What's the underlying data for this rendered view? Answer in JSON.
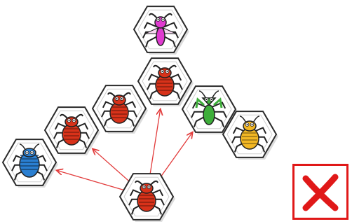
{
  "game": {
    "pieces": [
      {
        "id": "mosquito",
        "type": "mosquito",
        "icon": "mosquito-icon",
        "color": "#e03ad0"
      },
      {
        "id": "ant-top",
        "type": "soldier-ant",
        "icon": "soldier-ant-icon",
        "color": "#d8321a"
      },
      {
        "id": "ant-mid",
        "type": "soldier-ant",
        "icon": "soldier-ant-icon",
        "color": "#d8321a"
      },
      {
        "id": "ant-left",
        "type": "soldier-ant",
        "icon": "soldier-ant-icon",
        "color": "#d8321a"
      },
      {
        "id": "ant-bottom",
        "type": "soldier-ant",
        "icon": "soldier-ant-icon",
        "color": "#d8321a"
      },
      {
        "id": "pillbug",
        "type": "pillbug",
        "icon": "pillbug-icon",
        "color": "#2a7fd1"
      },
      {
        "id": "mantis",
        "type": "mantis",
        "icon": "mantis-icon",
        "color": "#3eae3a"
      },
      {
        "id": "ladybug",
        "type": "spiny-beetle",
        "icon": "spiny-beetle-icon",
        "color": "#f2b724"
      }
    ],
    "moves": [
      {
        "from": "ant-bottom",
        "to": "pillbug"
      },
      {
        "from": "ant-bottom",
        "to": "ant-left"
      },
      {
        "from": "ant-bottom",
        "to": "ant-top"
      },
      {
        "from": "ant-bottom",
        "to": "mantis"
      }
    ],
    "result": {
      "icon": "x-mark-icon",
      "color": "#e01818",
      "meaning": "invalid-move"
    }
  }
}
